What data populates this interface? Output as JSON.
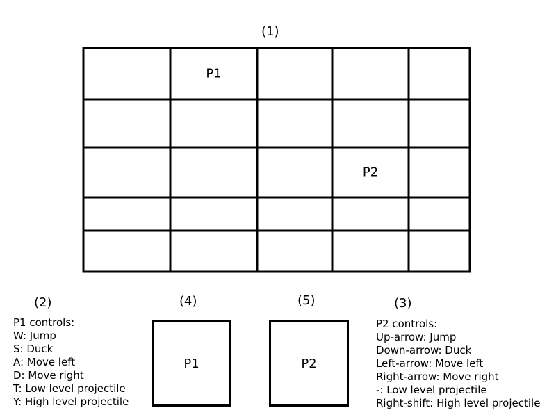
{
  "labels": {
    "board": "(1)",
    "p1_controls": "(2)",
    "p2_controls": "(3)",
    "p1_box": "(4)",
    "p2_box": "(5)"
  },
  "board": {
    "rows": 5,
    "cols": 5,
    "markers": [
      {
        "text": "P1",
        "row": 0,
        "col": 1
      },
      {
        "text": "P2",
        "row": 2,
        "col": 3
      }
    ]
  },
  "p1_controls": {
    "title": "P1 controls:",
    "items": [
      "W: Jump",
      "S: Duck",
      "A: Move left",
      "D: Move right",
      "T: Low level projectile",
      "Y: High level projectile"
    ]
  },
  "p2_controls": {
    "title": "P2 controls:",
    "items": [
      "Up-arrow: Jump",
      "Down-arrow: Duck",
      "Left-arrow: Move left",
      "Right-arrow: Move right",
      "-: Low level projectile",
      "Right-shift: High level projectile"
    ]
  },
  "p1_box": {
    "text": "P1"
  },
  "p2_box": {
    "text": "P2"
  },
  "colors": {
    "line": "#000000",
    "background": "#ffffff"
  }
}
